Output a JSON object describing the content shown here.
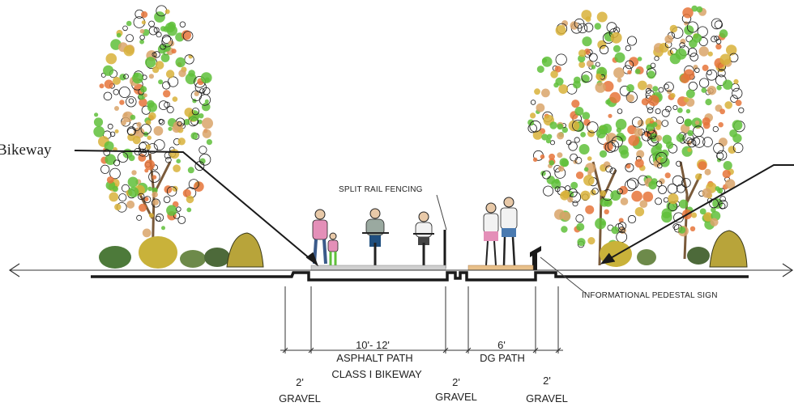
{
  "labels": {
    "bikeway_callout": "Bikeway",
    "split_rail": "SPLIT RAIL FENCING",
    "pedestal_sign": "INFORMATIONAL PEDESTAL SIGN",
    "asphalt_dim": "10'- 12'",
    "asphalt_path": "ASPHALT PATH",
    "class_bikeway": "CLASS I BIKEWAY",
    "dg_dim": "6'",
    "dg_path": "DG PATH",
    "gravel_dim_1": "2'",
    "gravel_1": "GRAVEL",
    "gravel_dim_2": "2'",
    "gravel_2": "GRAVEL",
    "gravel_dim_3": "2'",
    "gravel_3": "GRAVEL"
  },
  "colors": {
    "line": "#1a1a1a",
    "asphalt": "#cfcfcf",
    "dg": "#e8c08a",
    "foliage_green": "#5fbf3a",
    "foliage_orange": "#e6743a",
    "foliage_yellow": "#d8b23a",
    "foliage_tan": "#d9a56a"
  }
}
